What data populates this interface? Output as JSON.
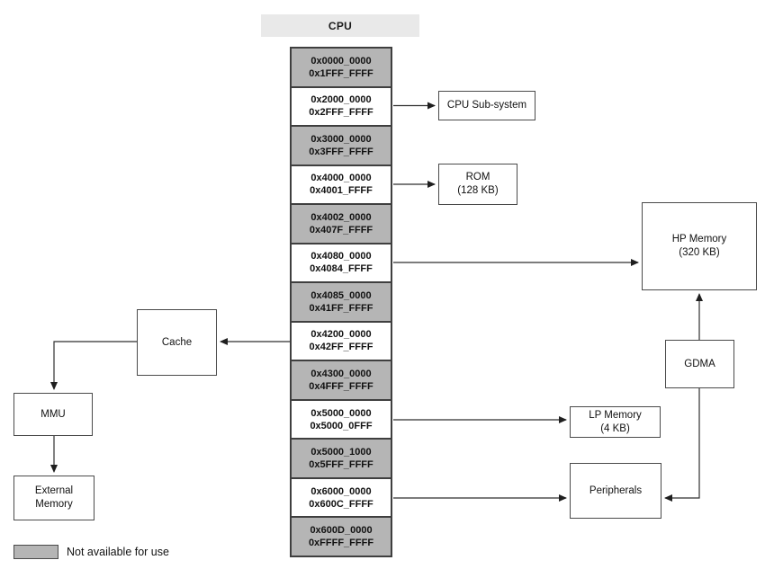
{
  "header": {
    "label": "CPU"
  },
  "colors": {
    "unavailable_fill": "#b5b5b5",
    "available_fill": "#ffffff",
    "header_fill": "#e9e9e9",
    "border": "#3f3f3f"
  },
  "stack": {
    "rows": [
      {
        "line1": "0x0000_0000",
        "line2": "0x1FFF_FFFF",
        "available": false
      },
      {
        "line1": "0x2000_0000",
        "line2": "0x2FFF_FFFF",
        "available": true,
        "maps_to": "CPU Sub-system"
      },
      {
        "line1": "0x3000_0000",
        "line2": "0x3FFF_FFFF",
        "available": false
      },
      {
        "line1": "0x4000_0000",
        "line2": "0x4001_FFFF",
        "available": true,
        "maps_to": "ROM"
      },
      {
        "line1": "0x4002_0000",
        "line2": "0x407F_FFFF",
        "available": false
      },
      {
        "line1": "0x4080_0000",
        "line2": "0x4084_FFFF",
        "available": true,
        "maps_to": "HP Memory"
      },
      {
        "line1": "0x4085_0000",
        "line2": "0x41FF_FFFF",
        "available": false
      },
      {
        "line1": "0x4200_0000",
        "line2": "0x42FF_FFFF",
        "available": true,
        "maps_to": "Cache"
      },
      {
        "line1": "0x4300_0000",
        "line2": "0x4FFF_FFFF",
        "available": false
      },
      {
        "line1": "0x5000_0000",
        "line2": "0x5000_0FFF",
        "available": true,
        "maps_to": "LP Memory"
      },
      {
        "line1": "0x5000_1000",
        "line2": "0x5FFF_FFFF",
        "available": false
      },
      {
        "line1": "0x6000_0000",
        "line2": "0x600C_FFFF",
        "available": true,
        "maps_to": "Peripherals"
      },
      {
        "line1": "0x600D_0000",
        "line2": "0xFFFF_FFFF",
        "available": false
      }
    ]
  },
  "boxes": {
    "cpu_subsystem": {
      "line1": "CPU Sub-system"
    },
    "rom": {
      "line1": "ROM",
      "line2": "(128 KB)"
    },
    "hp_memory": {
      "line1": "HP Memory",
      "line2": "(320 KB)"
    },
    "gdma": {
      "line1": "GDMA"
    },
    "lp_memory": {
      "line1": "LP Memory",
      "line2": "(4 KB)"
    },
    "peripherals": {
      "line1": "Peripherals"
    },
    "cache": {
      "line1": "Cache"
    },
    "mmu": {
      "line1": "MMU"
    },
    "external_memory": {
      "line1": "External",
      "line2": "Memory"
    }
  },
  "legend": {
    "label": "Not available for use"
  }
}
